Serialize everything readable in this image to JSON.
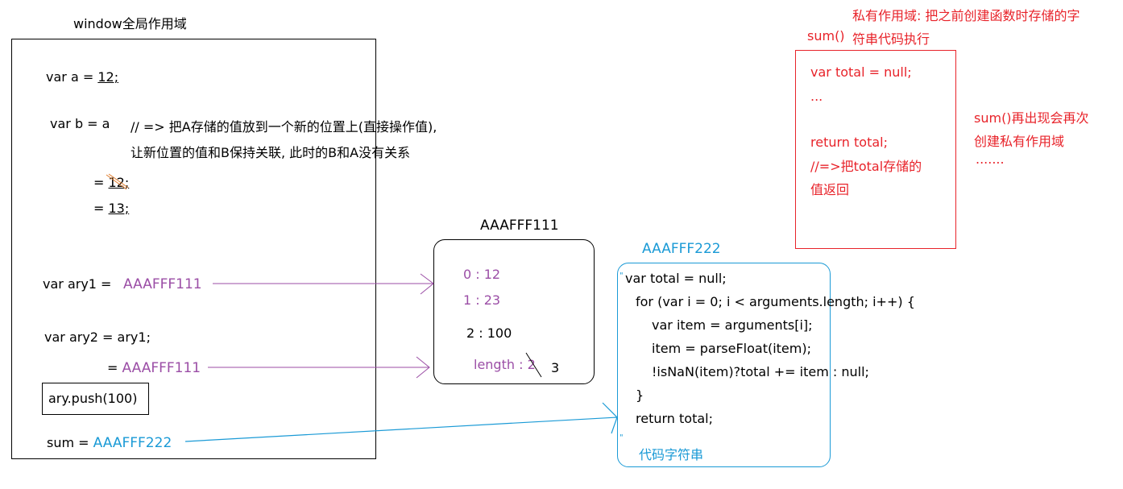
{
  "colors": {
    "reference": "#9b4ea6",
    "function_ref": "#1a9ad6",
    "private_scope": "#e8232a",
    "text": "#000000"
  },
  "global_scope": {
    "title": "window全局作用域",
    "var_a": {
      "code": "var a = ",
      "value": "12;"
    },
    "var_b": {
      "code": "var b = a",
      "comment_line1": "// => 把A存储的值放到一个新的位置上(直接操作值),",
      "comment_line2": "让新位置的值和B保持关联, 此时的B和A没有关系",
      "assign1_eq": "= ",
      "assign1_value": "12;",
      "assign2_eq": "= ",
      "assign2_value": "13;"
    },
    "ary1": {
      "code": "var ary1 = ",
      "ref": "AAAFFF111"
    },
    "ary2": {
      "code": "var ary2 = ary1;",
      "eq": "= ",
      "ref": "AAAFFF111"
    },
    "push_call": "ary.push(100)",
    "sum": {
      "code": "sum = ",
      "ref": "AAAFFF222"
    }
  },
  "heap_array": {
    "address": "AAAFFF111",
    "entries": [
      "0 : 12",
      "1 : 23"
    ],
    "pushed_entry": "2 : 100",
    "length_label": "length : 2",
    "new_length": "3"
  },
  "heap_function": {
    "address": "AAAFFF222",
    "open_quote": "\"",
    "code_lines": [
      "var total = null;",
      "for (var i = 0; i < arguments.length; i++) {",
      "var item = arguments[i];",
      "item = parseFloat(item);",
      "!isNaN(item)?total += item : null;",
      "}",
      "return total;"
    ],
    "close_quote": "\"",
    "caption": "代码字符串"
  },
  "private_scope": {
    "call_label": "sum()",
    "title_line1": "私有作用域: 把之前创建函数时存储的字",
    "title_line2": "符串代码执行",
    "lines": [
      "var total = null;",
      "...",
      "",
      "return total;",
      "//=>把total存储的",
      "值返回"
    ],
    "note_line1": "sum()再出现会再次",
    "note_line2": "创建私有作用域",
    "note_line3": "......."
  }
}
